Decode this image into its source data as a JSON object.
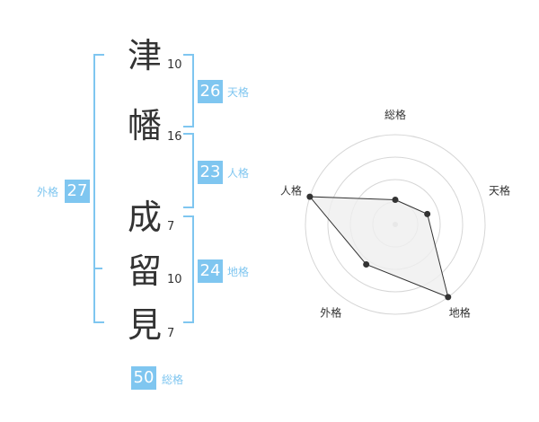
{
  "characters": [
    {
      "char": "津",
      "strokes": "10"
    },
    {
      "char": "幡",
      "strokes": "16"
    },
    {
      "char": "成",
      "strokes": "7"
    },
    {
      "char": "留",
      "strokes": "10"
    },
    {
      "char": "見",
      "strokes": "7"
    }
  ],
  "fortunes": {
    "tenkaku": {
      "value": "26",
      "label": "天格"
    },
    "jinkaku": {
      "value": "23",
      "label": "人格"
    },
    "chikaku": {
      "value": "24",
      "label": "地格"
    },
    "gaikaku": {
      "value": "27",
      "label": "外格"
    },
    "soukaku": {
      "value": "50",
      "label": "総格"
    }
  },
  "colors": {
    "accent": "#7fc6f0",
    "text": "#333333",
    "radar_fill": "#efefef"
  },
  "chart_data": {
    "type": "radar",
    "axes": [
      "総格",
      "天格",
      "地格",
      "外格",
      "人格"
    ],
    "levels": 4,
    "max": 4,
    "values": [
      1.1,
      1.5,
      4.0,
      2.2,
      4.0
    ]
  }
}
